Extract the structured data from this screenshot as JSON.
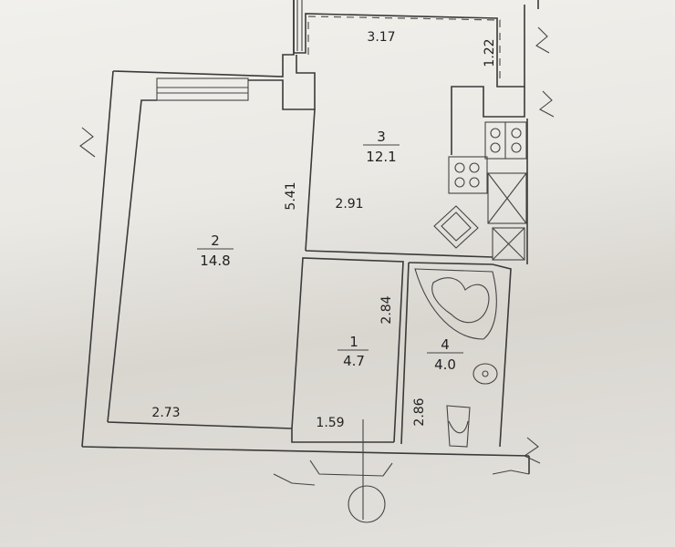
{
  "rooms": [
    {
      "number": "1",
      "area": "4.7"
    },
    {
      "number": "2",
      "area": "14.8"
    },
    {
      "number": "3",
      "area": "12.1"
    },
    {
      "number": "4",
      "area": "4.0"
    }
  ],
  "dimensions": {
    "balcony_width": "3.17",
    "balcony_depth": "1.22",
    "room2_length": "5.41",
    "room2_width": "2.73",
    "kitchen_width": "2.91",
    "hall_length": "2.84",
    "hall_width": "1.59",
    "bath_length": "2.86"
  }
}
